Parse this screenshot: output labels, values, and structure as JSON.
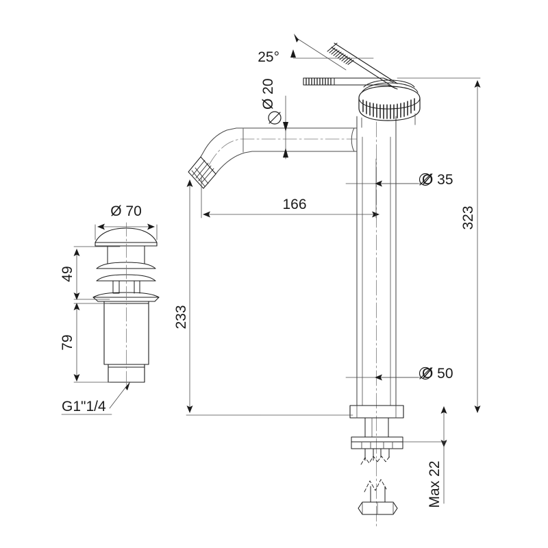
{
  "drawing": {
    "title": "Tall basin mixer tap with pop-up waste - technical dimension drawing",
    "background_color": "#ffffff",
    "line_color": "#4a4a4a",
    "heavy_line_color": "#1a1a1a",
    "text_color": "#1a1a1a",
    "units": "mm"
  },
  "dimensions": {
    "angle_lever": "25°",
    "spout_bore": "Ø 20",
    "body_diameter": "Ø 35",
    "spout_reach": "166",
    "total_height": "323",
    "spout_height": "233",
    "base_diameter": "Ø 50",
    "max_thickness": "Max 22",
    "waste_cap_diameter": "Ø 70",
    "waste_upper": "49",
    "waste_lower": "79",
    "thread_spec": "G1\"1/4"
  },
  "labels": [
    {
      "id": "angle",
      "text": "25°"
    },
    {
      "id": "spout-bore",
      "text": "Ø 20"
    },
    {
      "id": "body-dia",
      "text": "Ø 35"
    },
    {
      "id": "reach",
      "text": "166"
    },
    {
      "id": "height-total",
      "text": "323"
    },
    {
      "id": "height-spout",
      "text": "233"
    },
    {
      "id": "base-dia",
      "text": "Ø 50"
    },
    {
      "id": "max-thk",
      "text": "Max 22"
    },
    {
      "id": "cap-dia",
      "text": "Ø 70"
    },
    {
      "id": "waste-top",
      "text": "49"
    },
    {
      "id": "waste-bot",
      "text": "79"
    },
    {
      "id": "thread",
      "text": "G1\"1/4"
    }
  ],
  "parts": {
    "faucet": "tall vessel mixer tap",
    "handle": "single lever with knurled grip",
    "cartridge_cap": "knurled dome cap",
    "spout": "curved tube with angled aerator",
    "base": "round escutcheon flange",
    "mounting": "threaded stud with hex nut",
    "waste": "click-clack pop-up waste"
  }
}
